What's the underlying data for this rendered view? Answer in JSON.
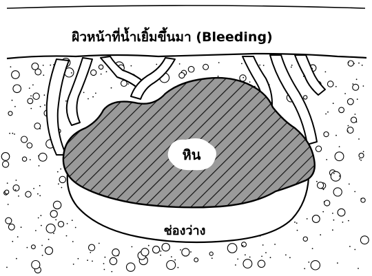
{
  "labels": {
    "title": "ผิวหน้าที่น้ำเยิ้มขึ้นมา (Bleeding)",
    "stone": "หิน",
    "void": "ช่องว่าง"
  },
  "colors": {
    "line": "#000000",
    "background": "#ffffff",
    "stone_fill": "#9a9a9a",
    "hatch": "#111111"
  }
}
